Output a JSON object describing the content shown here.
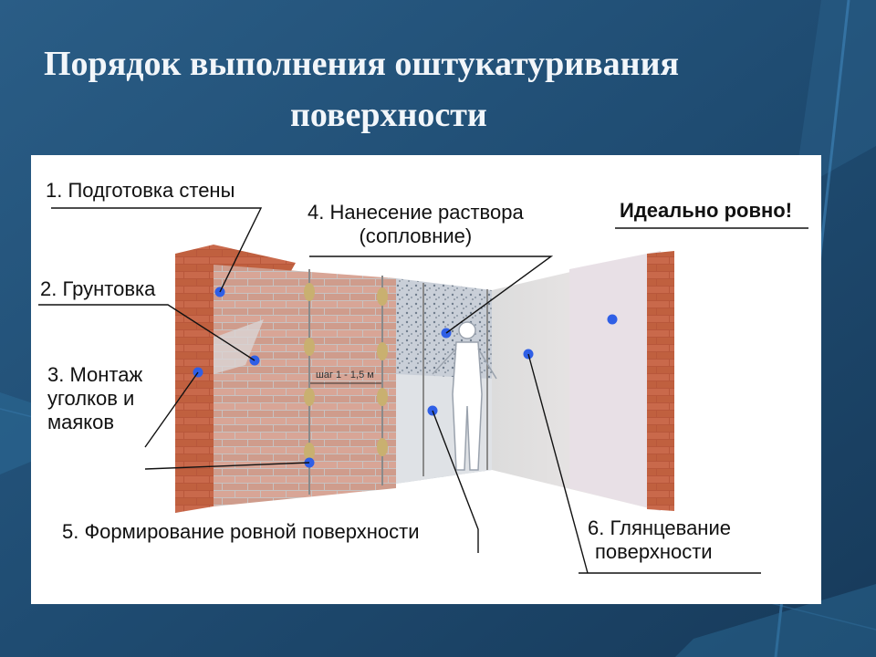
{
  "title": {
    "line1": "Порядок выполнения оштукатуривания",
    "line2": "поверхности"
  },
  "diagram": {
    "step1": "1. Подготовка стены",
    "step2": "2. Грунтовка",
    "step3": [
      "3. Монтаж",
      "уголков и",
      "маяков"
    ],
    "step4": [
      "4. Нанесение раствора",
      "(сопловние)"
    ],
    "step5": "5. Формирование ровной поверхности",
    "step6": [
      "6. Глянцевание",
      "поверхности"
    ],
    "ideal": "Идеально ровно!",
    "step_marker": "шаг 1 - 1,5 м"
  },
  "colors": {
    "background": "#1f4d72",
    "brick": "#b5533a",
    "marker_dot": "#2f5fe6",
    "beacon": "#c9b070"
  }
}
